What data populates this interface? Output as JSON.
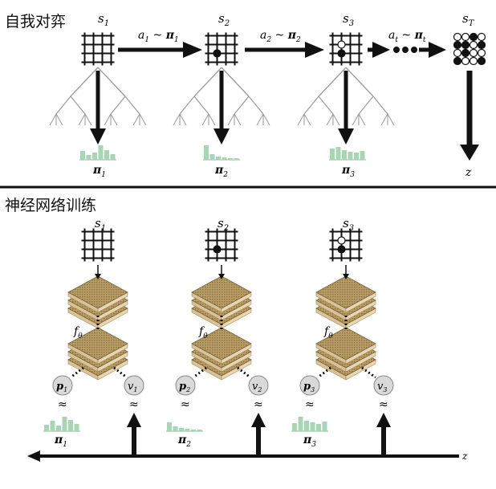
{
  "sections": {
    "self_play": "自我对弈",
    "training": "神经网络训练"
  },
  "top": {
    "states": [
      {
        "name": "s",
        "sub": "1"
      },
      {
        "name": "s",
        "sub": "2"
      },
      {
        "name": "s",
        "sub": "3"
      },
      {
        "name": "s",
        "sub": "T"
      }
    ],
    "actions": [
      {
        "a": "a",
        "a_sub": "1",
        "pi": "π",
        "pi_sub": "1"
      },
      {
        "a": "a",
        "a_sub": "2",
        "pi": "π",
        "pi_sub": "2"
      },
      {
        "a": "a",
        "a_sub": "t",
        "pi": "π",
        "pi_sub": "t"
      }
    ],
    "policies": [
      {
        "name": "π",
        "sub": "1"
      },
      {
        "name": "π",
        "sub": "2"
      },
      {
        "name": "π",
        "sub": "3"
      }
    ],
    "outcome": "z",
    "policy_bars": [
      [
        0.55,
        0.3,
        0.45,
        0.9,
        0.6,
        0.35
      ],
      [
        0.9,
        0.35,
        0.2,
        0.15,
        0.1,
        0.1
      ],
      [
        0.7,
        0.8,
        0.6,
        0.5,
        0.45,
        0.55
      ]
    ]
  },
  "bottom": {
    "states": [
      {
        "name": "s",
        "sub": "1"
      },
      {
        "name": "s",
        "sub": "2"
      },
      {
        "name": "s",
        "sub": "3"
      }
    ],
    "network": {
      "name": "f",
      "sub": "θ"
    },
    "policy_nodes": [
      {
        "name": "p",
        "sub": "1"
      },
      {
        "name": "p",
        "sub": "2"
      },
      {
        "name": "p",
        "sub": "3"
      }
    ],
    "value_nodes": [
      {
        "name": "v",
        "sub": "1"
      },
      {
        "name": "v",
        "sub": "2"
      },
      {
        "name": "v",
        "sub": "3"
      }
    ],
    "approx_symbol": "≈",
    "policies": [
      {
        "name": "π",
        "sub": "1"
      },
      {
        "name": "π",
        "sub": "2"
      },
      {
        "name": "π",
        "sub": "3"
      }
    ],
    "outcome": "z",
    "policy_bars": [
      [
        0.4,
        0.65,
        0.35,
        0.9,
        0.7,
        0.45
      ],
      [
        0.55,
        0.3,
        0.2,
        0.15,
        0.1,
        0.1
      ],
      [
        0.5,
        0.9,
        0.65,
        0.55,
        0.45,
        0.6
      ]
    ]
  },
  "colors": {
    "ink": "#111111",
    "policy_green": "#a8d5b4",
    "board_gold": "#b59a63",
    "board_dark": "#7c6336",
    "node_gray": "#d9d9d9"
  }
}
